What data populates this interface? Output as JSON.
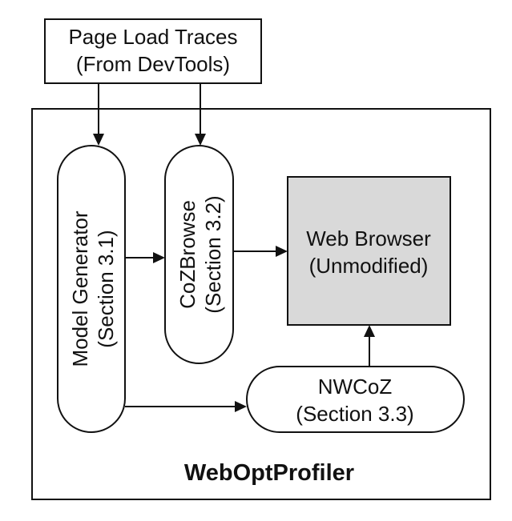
{
  "inputs": {
    "traces_line1": "Page Load Traces",
    "traces_line2": "(From DevTools)"
  },
  "profiler": {
    "name": "WebOptProfiler"
  },
  "components": {
    "model_generator": {
      "line1": "Model Generator",
      "line2": "(Section 3.1)"
    },
    "cozbrowse": {
      "line1": "CoZBrowse",
      "line2": "(Section 3.2)"
    },
    "web_browser": {
      "line1": "Web Browser",
      "line2": "(Unmodified)"
    },
    "nwcoz": {
      "line1": "NWCoZ",
      "line2": "(Section 3.3)"
    }
  },
  "colors": {
    "stroke": "#111111",
    "browser_fill": "#d9d9d9",
    "background": "#ffffff"
  }
}
